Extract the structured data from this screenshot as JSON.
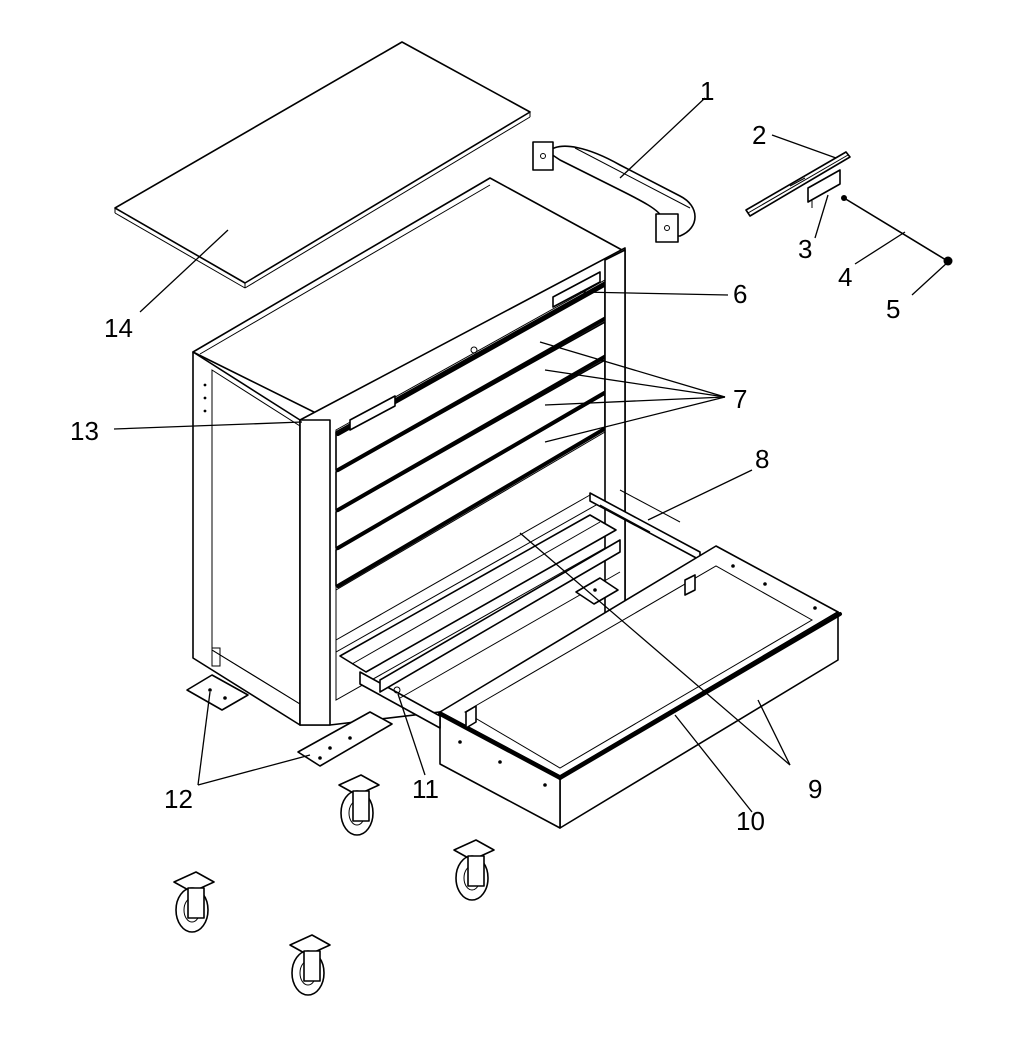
{
  "diagram": {
    "callouts": [
      {
        "id": "1",
        "text": "1"
      },
      {
        "id": "2",
        "text": "2"
      },
      {
        "id": "3",
        "text": "3"
      },
      {
        "id": "4",
        "text": "4"
      },
      {
        "id": "5",
        "text": "5"
      },
      {
        "id": "6",
        "text": "6"
      },
      {
        "id": "7",
        "text": "7"
      },
      {
        "id": "8",
        "text": "8"
      },
      {
        "id": "9",
        "text": "9"
      },
      {
        "id": "10",
        "text": "10"
      },
      {
        "id": "11",
        "text": "11"
      },
      {
        "id": "12",
        "text": "12"
      },
      {
        "id": "13",
        "text": "13"
      },
      {
        "id": "14",
        "text": "14"
      }
    ],
    "line_color": "#000000",
    "background": "#ffffff"
  }
}
